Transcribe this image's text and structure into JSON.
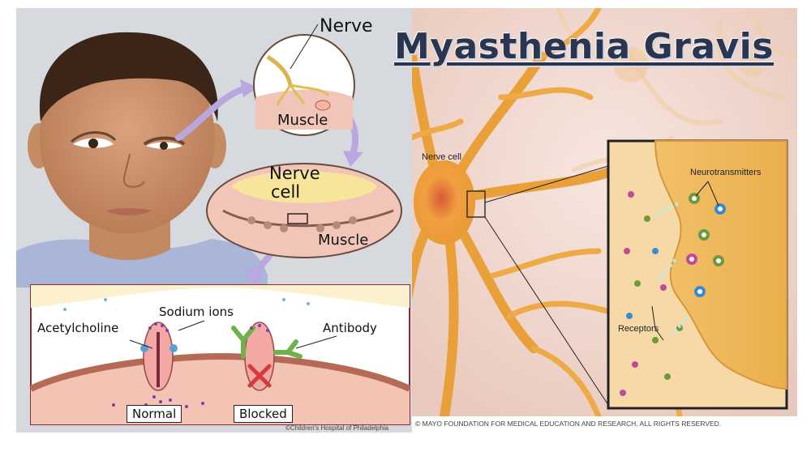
{
  "title": "Myasthenia Gravis",
  "left_panel": {
    "labels": {
      "nerve": "Nerve",
      "muscle_top": "Muscle",
      "nerve_cell_line1": "Nerve",
      "nerve_cell_line2": "cell",
      "muscle_mid": "Muscle"
    },
    "bottom_inset": {
      "sodium_ions": "Sodium ions",
      "acetylcholine": "Acetylcholine",
      "antibody": "Antibody",
      "normal": "Normal",
      "blocked": "Blocked",
      "credit": "©Children's Hospital of Philadelphia"
    }
  },
  "right_panel": {
    "nerve_cell": "Nerve cell",
    "neurotransmitters": "Neurotransmitters",
    "receptors": "Receptors",
    "credit": "© MAYO FOUNDATION FOR MEDICAL EDUCATION AND RESEARCH. ALL RIGHTS RESERVED."
  },
  "colors": {
    "title": "#2a3552",
    "neuron": "#e8a23a",
    "background_right": "#f3ddd6",
    "skin": "#c98f68",
    "arrow": "#b9a8e0"
  }
}
